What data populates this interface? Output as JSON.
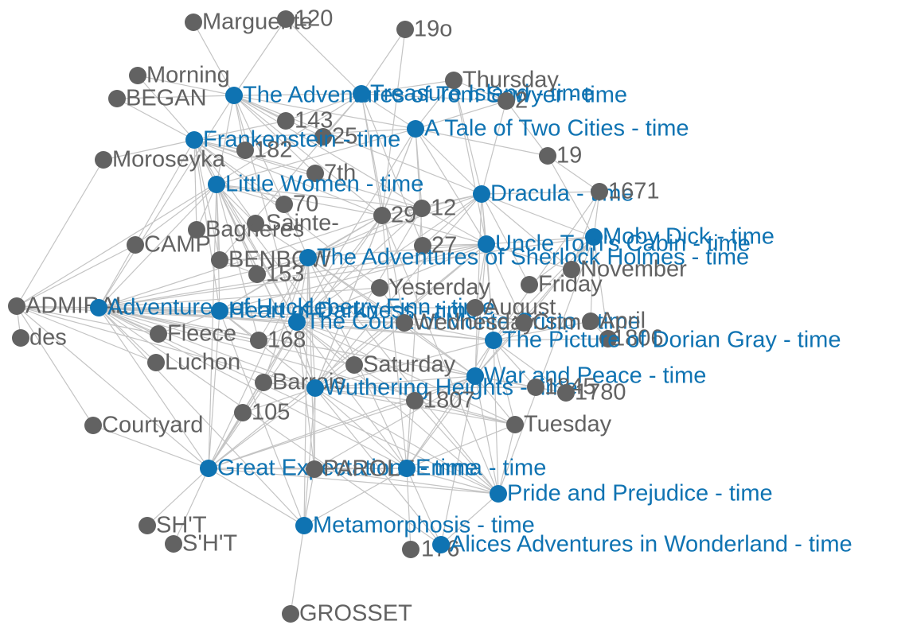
{
  "colors": {
    "book": "#0f73b2",
    "term": "#626262",
    "edge": "#c4c4c4"
  },
  "nodes": [
    {
      "id": "marguerite",
      "label": "Marguerite",
      "type": "term"
    },
    {
      "id": "n120",
      "label": "120",
      "type": "term"
    },
    {
      "id": "n19o",
      "label": "19o",
      "type": "term"
    },
    {
      "id": "morning",
      "label": "Morning",
      "type": "term"
    },
    {
      "id": "began",
      "label": "BEGAN",
      "type": "term"
    },
    {
      "id": "tom",
      "label": "The Adventures of Tom Sawyer - time",
      "type": "book"
    },
    {
      "id": "treasure",
      "label": "Treasure Island - time",
      "type": "book"
    },
    {
      "id": "thursday",
      "label": "Thursday",
      "type": "term"
    },
    {
      "id": "n2",
      "label": "2",
      "type": "term"
    },
    {
      "id": "n143",
      "label": "143",
      "type": "term"
    },
    {
      "id": "n25",
      "label": "25",
      "type": "term"
    },
    {
      "id": "tale",
      "label": "A Tale of Two Cities - time",
      "type": "book"
    },
    {
      "id": "frankenstein",
      "label": "Frankenstein - time",
      "type": "book"
    },
    {
      "id": "n182",
      "label": "182",
      "type": "term"
    },
    {
      "id": "moroseyka",
      "label": "Moroseyka",
      "type": "term"
    },
    {
      "id": "n19",
      "label": "19",
      "type": "term"
    },
    {
      "id": "n7th",
      "label": "7th",
      "type": "term"
    },
    {
      "id": "littlewomen",
      "label": "Little Women - time",
      "type": "book"
    },
    {
      "id": "dracula",
      "label": "Dracula - time",
      "type": "book"
    },
    {
      "id": "n1671",
      "label": "1671",
      "type": "term"
    },
    {
      "id": "n70",
      "label": "70",
      "type": "term"
    },
    {
      "id": "sainte",
      "label": "Sainte-",
      "type": "term"
    },
    {
      "id": "n29",
      "label": "29",
      "type": "term"
    },
    {
      "id": "n12",
      "label": "12",
      "type": "term"
    },
    {
      "id": "bagneres",
      "label": "Bagneres",
      "type": "term"
    },
    {
      "id": "mobydick",
      "label": "Moby Dick - time",
      "type": "book"
    },
    {
      "id": "camp",
      "label": "CAMP",
      "type": "term"
    },
    {
      "id": "n27",
      "label": "27",
      "type": "term"
    },
    {
      "id": "uncletom",
      "label": "Uncle Tom's Cabin - time",
      "type": "book"
    },
    {
      "id": "benbow",
      "label": "BENBOW",
      "type": "term"
    },
    {
      "id": "sherlock",
      "label": "The Adventures of Sherlock Holmes - time",
      "type": "book"
    },
    {
      "id": "november",
      "label": "November",
      "type": "term"
    },
    {
      "id": "n153",
      "label": "153",
      "type": "term"
    },
    {
      "id": "yesterday",
      "label": "Yesterday",
      "type": "term"
    },
    {
      "id": "friday",
      "label": "Friday",
      "type": "term"
    },
    {
      "id": "admiral",
      "label": "ADMIRAL",
      "type": "term"
    },
    {
      "id": "huckfinn",
      "label": "Adventures of Huckleberry Finn - time",
      "type": "book"
    },
    {
      "id": "heart",
      "label": "Heart of Darkness - time",
      "type": "book"
    },
    {
      "id": "august",
      "label": "August",
      "type": "term"
    },
    {
      "id": "des",
      "label": "des",
      "type": "term"
    },
    {
      "id": "fleece",
      "label": "Fleece",
      "type": "term"
    },
    {
      "id": "count",
      "label": "The Count of Monte Cristo - time",
      "type": "book"
    },
    {
      "id": "wednesday",
      "label": "Wednesday",
      "type": "term"
    },
    {
      "id": "crime",
      "label": "Crime",
      "type": "term"
    },
    {
      "id": "april",
      "label": "April",
      "type": "term"
    },
    {
      "id": "n168",
      "label": "168",
      "type": "term"
    },
    {
      "id": "n1806",
      "label": "1806",
      "type": "term"
    },
    {
      "id": "dorian",
      "label": "The Picture of Dorian Gray - time",
      "type": "book"
    },
    {
      "id": "luchon",
      "label": "Luchon",
      "type": "term"
    },
    {
      "id": "saturday",
      "label": "Saturday",
      "type": "term"
    },
    {
      "id": "warpeace",
      "label": "War and Peace - time",
      "type": "book"
    },
    {
      "id": "barrois",
      "label": "Barrois",
      "type": "term"
    },
    {
      "id": "wuthering",
      "label": "Wuthering Heights - time",
      "type": "book"
    },
    {
      "id": "n1845",
      "label": "1845",
      "type": "term"
    },
    {
      "id": "n1780",
      "label": "1780",
      "type": "term"
    },
    {
      "id": "n1807",
      "label": "1807",
      "type": "term"
    },
    {
      "id": "n105",
      "label": "105",
      "type": "term"
    },
    {
      "id": "courtyard",
      "label": "Courtyard",
      "type": "term"
    },
    {
      "id": "tuesday",
      "label": "Tuesday",
      "type": "term"
    },
    {
      "id": "greatexp",
      "label": "Great Expectations - time",
      "type": "book"
    },
    {
      "id": "parole",
      "label": "PAROLE",
      "type": "term"
    },
    {
      "id": "emma",
      "label": "Emma - time",
      "type": "book"
    },
    {
      "id": "pride",
      "label": "Pride and Prejudice - time",
      "type": "book"
    },
    {
      "id": "sht1",
      "label": "SH'T",
      "type": "term"
    },
    {
      "id": "metamorphosis",
      "label": "Metamorphosis - time",
      "type": "book"
    },
    {
      "id": "sht2",
      "label": "S'H'T",
      "type": "term"
    },
    {
      "id": "n176",
      "label": "176",
      "type": "term"
    },
    {
      "id": "alice",
      "label": "Alices Adventures in Wonderland - time",
      "type": "book"
    },
    {
      "id": "grosset",
      "label": "GROSSET",
      "type": "term"
    }
  ],
  "edges": [
    [
      "marguerite",
      "tom"
    ],
    [
      "n120",
      "tom"
    ],
    [
      "n120",
      "treasure"
    ],
    [
      "n19o",
      "treasure"
    ],
    [
      "n19o",
      "n29"
    ],
    [
      "morning",
      "tom"
    ],
    [
      "morning",
      "frankenstein"
    ],
    [
      "began",
      "tom"
    ],
    [
      "began",
      "frankenstein"
    ],
    [
      "tom",
      "treasure"
    ],
    [
      "tom",
      "n143"
    ],
    [
      "tom",
      "n25"
    ],
    [
      "tom",
      "n182"
    ],
    [
      "tom",
      "n7th"
    ],
    [
      "tom",
      "tale"
    ],
    [
      "tom",
      "littlewomen"
    ],
    [
      "tom",
      "n70"
    ],
    [
      "tom",
      "n29"
    ],
    [
      "tom",
      "huckfinn"
    ],
    [
      "tom",
      "wuthering"
    ],
    [
      "tom",
      "dracula"
    ],
    [
      "tom",
      "n12"
    ],
    [
      "treasure",
      "thursday"
    ],
    [
      "treasure",
      "n2"
    ],
    [
      "treasure",
      "n143"
    ],
    [
      "treasure",
      "n25"
    ],
    [
      "treasure",
      "tale"
    ],
    [
      "treasure",
      "n29"
    ],
    [
      "treasure",
      "benbow"
    ],
    [
      "treasure",
      "admiral"
    ],
    [
      "treasure",
      "n27"
    ],
    [
      "treasure",
      "wednesday"
    ],
    [
      "thursday",
      "n2"
    ],
    [
      "thursday",
      "tale"
    ],
    [
      "thursday",
      "uncletom"
    ],
    [
      "thursday",
      "dracula"
    ],
    [
      "n2",
      "tale"
    ],
    [
      "n2",
      "n19"
    ],
    [
      "n2",
      "dracula"
    ],
    [
      "tale",
      "n19"
    ],
    [
      "tale",
      "n12"
    ],
    [
      "tale",
      "n29"
    ],
    [
      "tale",
      "dracula"
    ],
    [
      "tale",
      "count"
    ],
    [
      "tale",
      "wuthering"
    ],
    [
      "tale",
      "frankenstein"
    ],
    [
      "tale",
      "littlewomen"
    ],
    [
      "tale",
      "n27"
    ],
    [
      "tale",
      "uncletom"
    ],
    [
      "frankenstein",
      "n143"
    ],
    [
      "frankenstein",
      "n182"
    ],
    [
      "frankenstein",
      "n7th"
    ],
    [
      "frankenstein",
      "littlewomen"
    ],
    [
      "frankenstein",
      "moroseyka"
    ],
    [
      "frankenstein",
      "n70"
    ],
    [
      "frankenstein",
      "sainte"
    ],
    [
      "frankenstein",
      "bagneres"
    ],
    [
      "frankenstein",
      "n29"
    ],
    [
      "frankenstein",
      "benbow"
    ],
    [
      "frankenstein",
      "huckfinn"
    ],
    [
      "frankenstein",
      "heart"
    ],
    [
      "frankenstein",
      "count"
    ],
    [
      "frankenstein",
      "wuthering"
    ],
    [
      "frankenstein",
      "yesterday"
    ],
    [
      "frankenstein",
      "n12"
    ],
    [
      "moroseyka",
      "admiral"
    ],
    [
      "n19",
      "n1671"
    ],
    [
      "n19",
      "mobydick"
    ],
    [
      "littlewomen",
      "n70"
    ],
    [
      "littlewomen",
      "sainte"
    ],
    [
      "littlewomen",
      "n29"
    ],
    [
      "littlewomen",
      "n12"
    ],
    [
      "littlewomen",
      "camp"
    ],
    [
      "littlewomen",
      "bagneres"
    ],
    [
      "littlewomen",
      "benbow"
    ],
    [
      "littlewomen",
      "n153"
    ],
    [
      "littlewomen",
      "huckfinn"
    ],
    [
      "littlewomen",
      "heart"
    ],
    [
      "littlewomen",
      "count"
    ],
    [
      "littlewomen",
      "wuthering"
    ],
    [
      "littlewomen",
      "greatexp"
    ],
    [
      "littlewomen",
      "saturday"
    ],
    [
      "littlewomen",
      "n168"
    ],
    [
      "dracula",
      "n1671"
    ],
    [
      "dracula",
      "n29"
    ],
    [
      "dracula",
      "n12"
    ],
    [
      "dracula",
      "mobydick"
    ],
    [
      "dracula",
      "uncletom"
    ],
    [
      "dracula",
      "n27"
    ],
    [
      "dracula",
      "sherlock"
    ],
    [
      "dracula",
      "wuthering"
    ],
    [
      "dracula",
      "count"
    ],
    [
      "dracula",
      "dorian"
    ],
    [
      "dracula",
      "warpeace"
    ],
    [
      "dracula",
      "friday"
    ],
    [
      "dracula",
      "november"
    ],
    [
      "n1671",
      "mobydick"
    ],
    [
      "n1671",
      "november"
    ],
    [
      "n1671",
      "dorian"
    ],
    [
      "n29",
      "n12"
    ],
    [
      "n29",
      "uncletom"
    ],
    [
      "n29",
      "sherlock"
    ],
    [
      "n29",
      "count"
    ],
    [
      "n29",
      "wuthering"
    ],
    [
      "n29",
      "heart"
    ],
    [
      "n29",
      "huckfinn"
    ],
    [
      "n29",
      "emma"
    ],
    [
      "n29",
      "greatexp"
    ],
    [
      "n29",
      "pride"
    ],
    [
      "n12",
      "uncletom"
    ],
    [
      "n12",
      "sherlock"
    ],
    [
      "n12",
      "count"
    ],
    [
      "n12",
      "wuthering"
    ],
    [
      "n12",
      "emma"
    ],
    [
      "mobydick",
      "uncletom"
    ],
    [
      "mobydick",
      "november"
    ],
    [
      "mobydick",
      "friday"
    ],
    [
      "mobydick",
      "dorian"
    ],
    [
      "mobydick",
      "warpeace"
    ],
    [
      "mobydick",
      "n1806"
    ],
    [
      "mobydick",
      "april"
    ],
    [
      "mobydick",
      "huckfinn"
    ],
    [
      "mobydick",
      "crime"
    ],
    [
      "mobydick",
      "pride"
    ],
    [
      "uncletom",
      "sherlock"
    ],
    [
      "uncletom",
      "n27"
    ],
    [
      "uncletom",
      "yesterday"
    ],
    [
      "uncletom",
      "count"
    ],
    [
      "uncletom",
      "crime"
    ],
    [
      "uncletom",
      "wuthering"
    ],
    [
      "uncletom",
      "heart"
    ],
    [
      "uncletom",
      "huckfinn"
    ],
    [
      "uncletom",
      "november"
    ],
    [
      "uncletom",
      "dorian"
    ],
    [
      "uncletom",
      "warpeace"
    ],
    [
      "uncletom",
      "greatexp"
    ],
    [
      "uncletom",
      "august"
    ],
    [
      "sherlock",
      "benbow"
    ],
    [
      "sherlock",
      "n153"
    ],
    [
      "sherlock",
      "n70"
    ],
    [
      "sherlock",
      "sainte"
    ],
    [
      "sherlock",
      "huckfinn"
    ],
    [
      "sherlock",
      "heart"
    ],
    [
      "sherlock",
      "count"
    ],
    [
      "sherlock",
      "wuthering"
    ],
    [
      "sherlock",
      "emma"
    ],
    [
      "sherlock",
      "pride"
    ],
    [
      "sherlock",
      "greatexp"
    ],
    [
      "sherlock",
      "metamorphosis"
    ],
    [
      "sherlock",
      "barrois"
    ],
    [
      "sherlock",
      "n168"
    ],
    [
      "sherlock",
      "wednesday"
    ],
    [
      "sherlock",
      "parole"
    ],
    [
      "sherlock",
      "warpeace"
    ],
    [
      "admiral",
      "huckfinn"
    ],
    [
      "admiral",
      "heart"
    ],
    [
      "admiral",
      "count"
    ],
    [
      "admiral",
      "courtyard"
    ],
    [
      "admiral",
      "des"
    ],
    [
      "admiral",
      "fleece"
    ],
    [
      "admiral",
      "luchon"
    ],
    [
      "admiral",
      "greatexp"
    ],
    [
      "admiral",
      "wuthering"
    ],
    [
      "huckfinn",
      "heart"
    ],
    [
      "huckfinn",
      "count"
    ],
    [
      "huckfinn",
      "dorian"
    ],
    [
      "huckfinn",
      "warpeace"
    ],
    [
      "huckfinn",
      "wuthering"
    ],
    [
      "huckfinn",
      "greatexp"
    ],
    [
      "huckfinn",
      "emma"
    ],
    [
      "huckfinn",
      "pride"
    ],
    [
      "huckfinn",
      "alice"
    ],
    [
      "huckfinn",
      "metamorphosis"
    ],
    [
      "huckfinn",
      "fleece"
    ],
    [
      "huckfinn",
      "luchon"
    ],
    [
      "huckfinn",
      "n168"
    ],
    [
      "huckfinn",
      "yesterday"
    ],
    [
      "huckfinn",
      "august"
    ],
    [
      "huckfinn",
      "crime"
    ],
    [
      "huckfinn",
      "wednesday"
    ],
    [
      "huckfinn",
      "saturday"
    ],
    [
      "huckfinn",
      "tuesday"
    ],
    [
      "huckfinn",
      "n1845"
    ],
    [
      "heart",
      "count"
    ],
    [
      "heart",
      "wuthering"
    ],
    [
      "heart",
      "greatexp"
    ],
    [
      "heart",
      "metamorphosis"
    ],
    [
      "heart",
      "fleece"
    ],
    [
      "heart",
      "n168"
    ],
    [
      "count",
      "wuthering"
    ],
    [
      "count",
      "greatexp"
    ],
    [
      "count",
      "emma"
    ],
    [
      "count",
      "pride"
    ],
    [
      "count",
      "dorian"
    ],
    [
      "count",
      "warpeace"
    ],
    [
      "count",
      "wednesday"
    ],
    [
      "count",
      "saturday"
    ],
    [
      "count",
      "yesterday"
    ],
    [
      "count",
      "n168"
    ],
    [
      "count",
      "barrois"
    ],
    [
      "count",
      "n105"
    ],
    [
      "count",
      "tuesday"
    ],
    [
      "count",
      "parole"
    ],
    [
      "dorian",
      "warpeace"
    ],
    [
      "dorian",
      "wuthering"
    ],
    [
      "dorian",
      "pride"
    ],
    [
      "dorian",
      "tuesday"
    ],
    [
      "dorian",
      "april"
    ],
    [
      "dorian",
      "n1806"
    ],
    [
      "dorian",
      "crime"
    ],
    [
      "dorian",
      "wednesday"
    ],
    [
      "dorian",
      "n1845"
    ],
    [
      "dorian",
      "n1780"
    ],
    [
      "dorian",
      "emma"
    ],
    [
      "warpeace",
      "wuthering"
    ],
    [
      "warpeace",
      "pride"
    ],
    [
      "warpeace",
      "emma"
    ],
    [
      "warpeace",
      "greatexp"
    ],
    [
      "warpeace",
      "n1845"
    ],
    [
      "warpeace",
      "n1780"
    ],
    [
      "warpeace",
      "n1807"
    ],
    [
      "warpeace",
      "tuesday"
    ],
    [
      "warpeace",
      "crime"
    ],
    [
      "warpeace",
      "alice"
    ],
    [
      "warpeace",
      "wednesday"
    ],
    [
      "warpeace",
      "parole"
    ],
    [
      "wuthering",
      "greatexp"
    ],
    [
      "wuthering",
      "emma"
    ],
    [
      "wuthering",
      "pride"
    ],
    [
      "wuthering",
      "metamorphosis"
    ],
    [
      "wuthering",
      "n1807"
    ],
    [
      "wuthering",
      "saturday"
    ],
    [
      "wuthering",
      "barrois"
    ],
    [
      "wuthering",
      "n105"
    ],
    [
      "wuthering",
      "tuesday"
    ],
    [
      "wuthering",
      "parole"
    ],
    [
      "wuthering",
      "n1845"
    ],
    [
      "wuthering",
      "alice"
    ],
    [
      "greatexp",
      "emma"
    ],
    [
      "greatexp",
      "pride"
    ],
    [
      "greatexp",
      "metamorphosis"
    ],
    [
      "greatexp",
      "courtyard"
    ],
    [
      "greatexp",
      "n105"
    ],
    [
      "greatexp",
      "sht1"
    ],
    [
      "greatexp",
      "sht2"
    ],
    [
      "greatexp",
      "parole"
    ],
    [
      "greatexp",
      "barrois"
    ],
    [
      "greatexp",
      "n1807"
    ],
    [
      "emma",
      "pride"
    ],
    [
      "emma",
      "metamorphosis"
    ],
    [
      "emma",
      "alice"
    ],
    [
      "emma",
      "n176"
    ],
    [
      "emma",
      "parole"
    ],
    [
      "emma",
      "n1807"
    ],
    [
      "emma",
      "tuesday"
    ],
    [
      "pride",
      "tuesday"
    ],
    [
      "pride",
      "n1807"
    ],
    [
      "pride",
      "parole"
    ],
    [
      "pride",
      "alice"
    ],
    [
      "metamorphosis",
      "grosset"
    ],
    [
      "metamorphosis",
      "parole"
    ],
    [
      "n1807",
      "tuesday"
    ],
    [
      "n1807",
      "saturday"
    ],
    [
      "yesterday",
      "wednesday"
    ],
    [
      "saturday",
      "wednesday"
    ],
    [
      "n1845",
      "n1780"
    ],
    [
      "april",
      "n1806"
    ],
    [
      "august",
      "crime"
    ],
    [
      "camp",
      "admiral"
    ],
    [
      "n153",
      "benbow"
    ]
  ]
}
